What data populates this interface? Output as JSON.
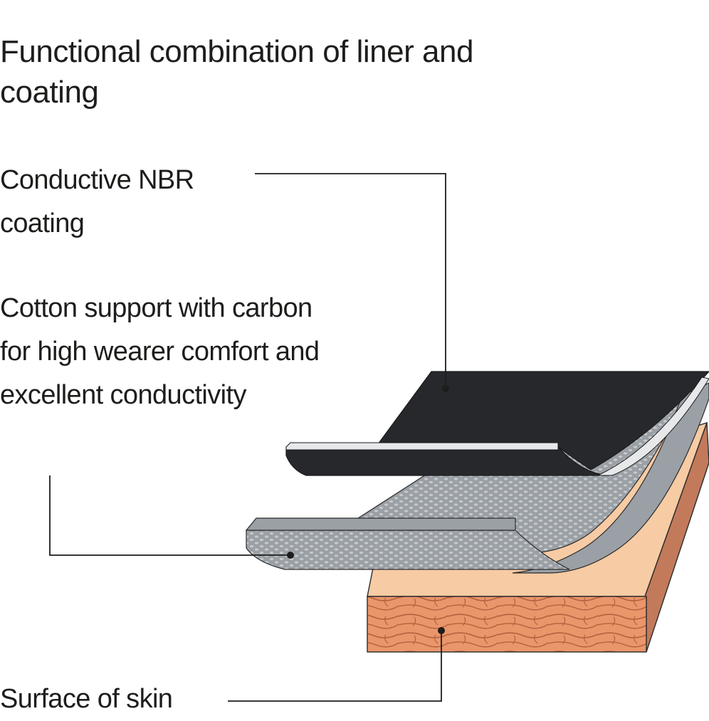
{
  "title": "Functional combination of liner and coating",
  "labels": {
    "coating": "Conductive NBR coating",
    "cotton": "Cotton support with carbon for high wearer comfort and excellent conductivity",
    "skin": "Surface of skin"
  },
  "colors": {
    "coating": "#27282c",
    "coating_edge": "#e7e8ea",
    "textile": "#9aa0a5",
    "textile_pattern": "#c7cacd",
    "skin_top": "#f7cba4",
    "skin_side": "#c27a5b",
    "skin_front": "#e9966b",
    "skin_pattern": "#b7603e",
    "leader_line": "#1d1d1b"
  }
}
